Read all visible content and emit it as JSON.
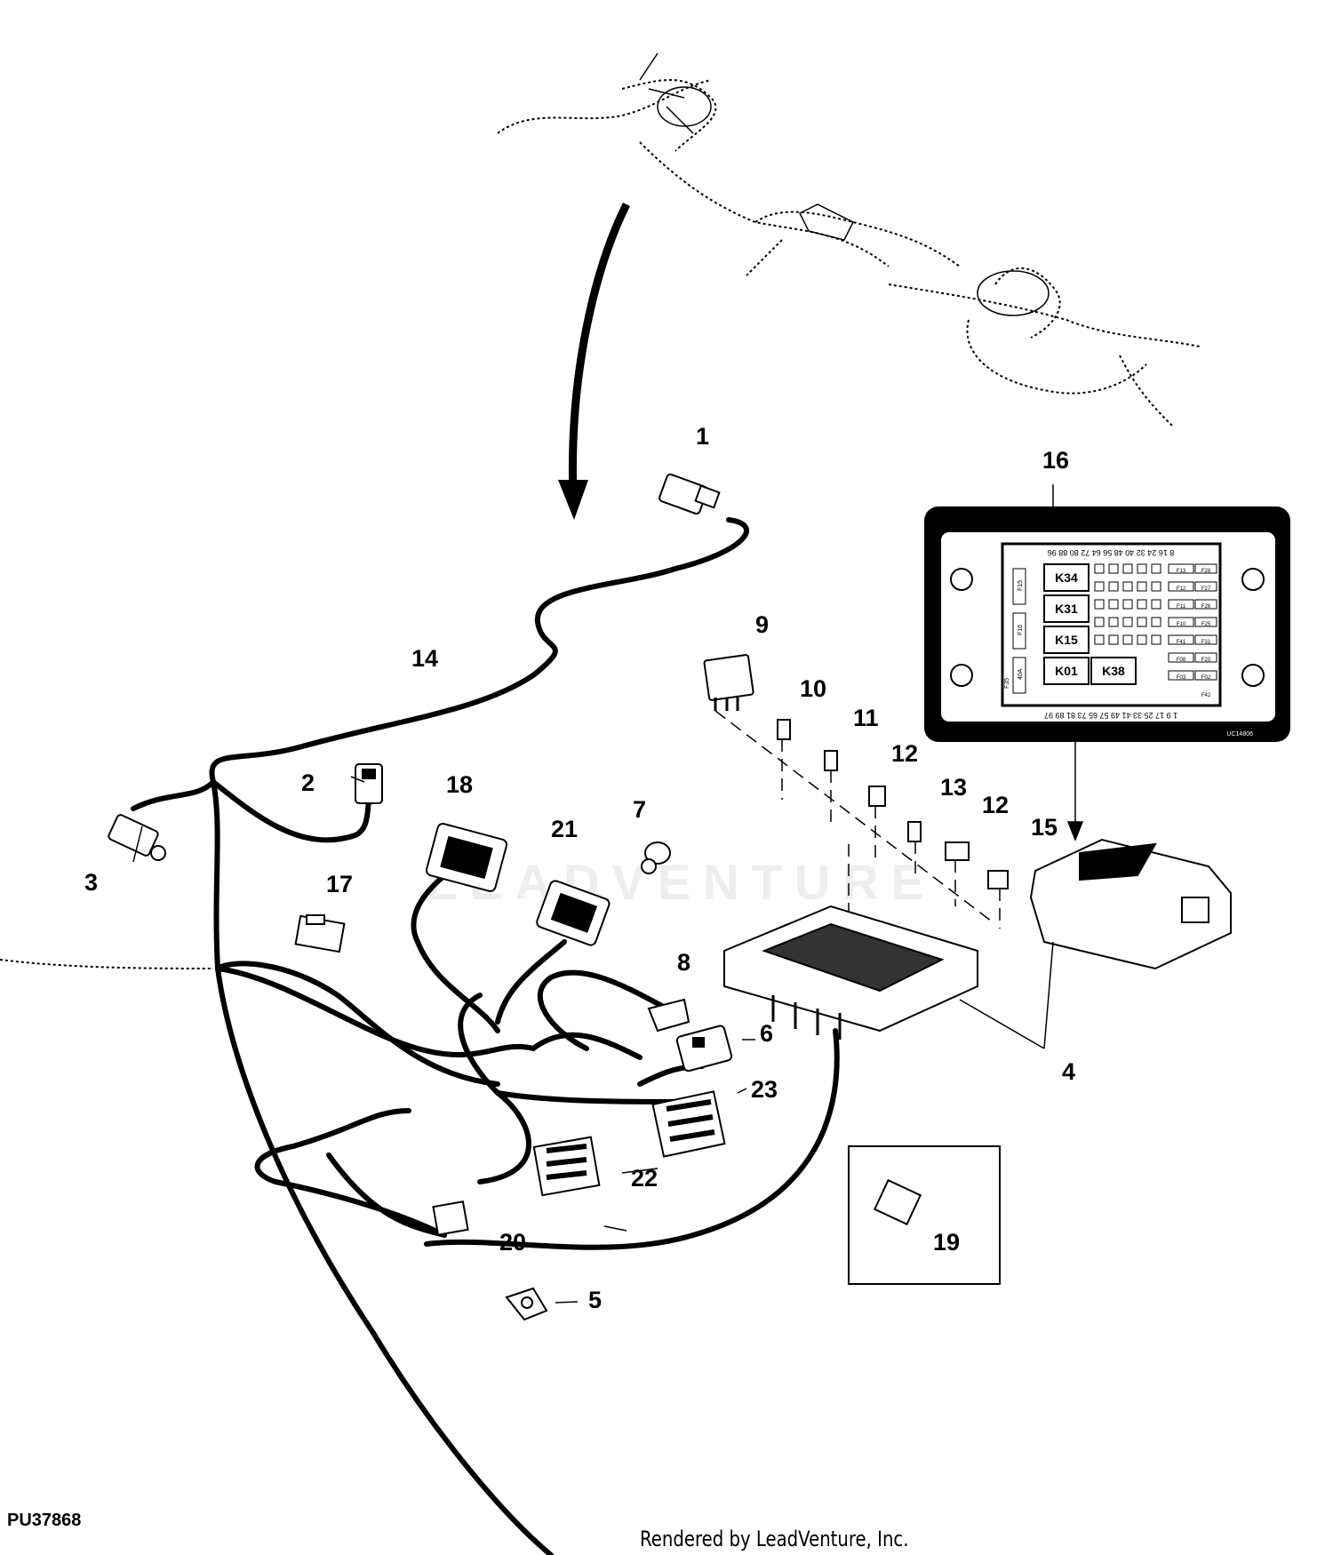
{
  "figure_id": "PU37868",
  "credit": "Rendered by LeadVenture, Inc.",
  "watermark": "LEADVENTURE",
  "callouts": [
    "1",
    "2",
    "3",
    "4",
    "5",
    "6",
    "7",
    "8",
    "9",
    "10",
    "11",
    "12",
    "12",
    "13",
    "15",
    "14",
    "16",
    "17",
    "18",
    "19",
    "20",
    "21",
    "22",
    "23"
  ],
  "fuse_box_inset": {
    "relays": [
      "K34",
      "K31",
      "K15",
      "K01",
      "K38"
    ],
    "fuse_labels": [
      "F15",
      "F16",
      "40A",
      "F35"
    ],
    "small_fuses": [
      "F13",
      "F28",
      "F12",
      "F27",
      "F11",
      "F26",
      "F10",
      "F25",
      "F41",
      "F31",
      "F08",
      "F20",
      "F03",
      "F02",
      "F42"
    ],
    "top_pin_numbers": "8 16 24 32 40 48 56 64 72 80 88 96",
    "bottom_pin_numbers": "1 9 17 25 33 41 49 57 65 73 81 89 97",
    "code": "UC14806"
  },
  "colors": {
    "ink": "#000000",
    "inset_bg": "#000000",
    "paper": "#ffffff"
  }
}
